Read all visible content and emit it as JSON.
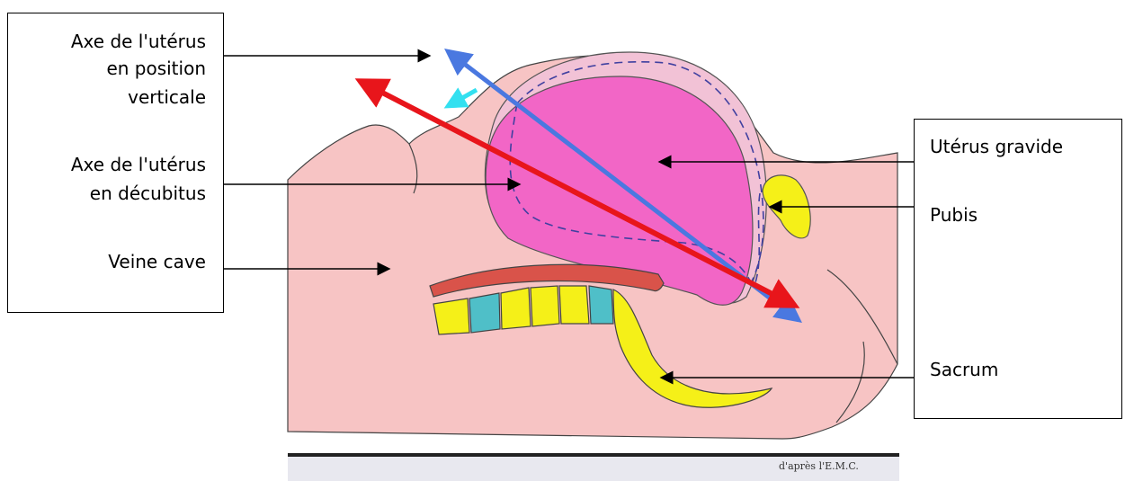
{
  "labels": {
    "axe_vertical": [
      "Axe de l'utérus",
      "en position",
      "verticale"
    ],
    "axe_decubitus": [
      "Axe de l'utérus",
      "en décubitus"
    ],
    "veine_cave": "Veine cave",
    "uterus_gravide": "Utérus gravide",
    "pubis": "Pubis",
    "sacrum": "Sacrum"
  },
  "credit": "d'après l'E.M.C.",
  "colors": {
    "skin": "#f7c4c4",
    "uterus": "#f266c6",
    "bone": "#f5f018",
    "vein": "#d9534a",
    "red_axis": "#e8151b",
    "blue_axis": "#4a78e0",
    "cyan_arrow": "#33e0f0",
    "dashed": "#4040a0"
  }
}
